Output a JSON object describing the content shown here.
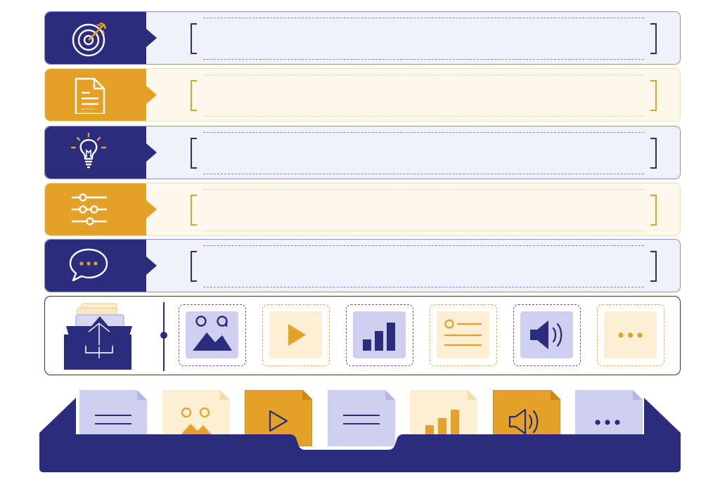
{
  "colors": {
    "navy": "#2b2c7d",
    "gold": "#e3a127",
    "navy_light": "#cfd0ef",
    "gold_light": "#fcefd3"
  },
  "rows": [
    {
      "icon": "target-icon",
      "theme": "navy"
    },
    {
      "icon": "document-icon",
      "theme": "gold"
    },
    {
      "icon": "lightbulb-icon",
      "theme": "navy"
    },
    {
      "icon": "sliders-icon",
      "theme": "gold"
    },
    {
      "icon": "chat-bubble-icon",
      "theme": "navy"
    }
  ],
  "input_panel": {
    "source_icon": "archive-box-icon",
    "cells": [
      {
        "icon": "image-icon",
        "theme": "navy"
      },
      {
        "icon": "play-icon",
        "theme": "gold"
      },
      {
        "icon": "bar-chart-icon",
        "theme": "navy"
      },
      {
        "icon": "text-card-icon",
        "theme": "gold"
      },
      {
        "icon": "speaker-icon",
        "theme": "navy"
      },
      {
        "icon": "more-dots-icon",
        "theme": "gold"
      }
    ]
  },
  "tray": {
    "documents": [
      {
        "icon": "text-lines-icon",
        "theme": "navy-light"
      },
      {
        "icon": "image-icon",
        "theme": "gold-light"
      },
      {
        "icon": "play-icon",
        "theme": "gold"
      },
      {
        "icon": "text-lines-icon",
        "theme": "navy-light"
      },
      {
        "icon": "bar-chart-icon",
        "theme": "gold-light"
      },
      {
        "icon": "speaker-icon",
        "theme": "gold"
      },
      {
        "icon": "more-dots-icon",
        "theme": "navy-light"
      }
    ]
  }
}
